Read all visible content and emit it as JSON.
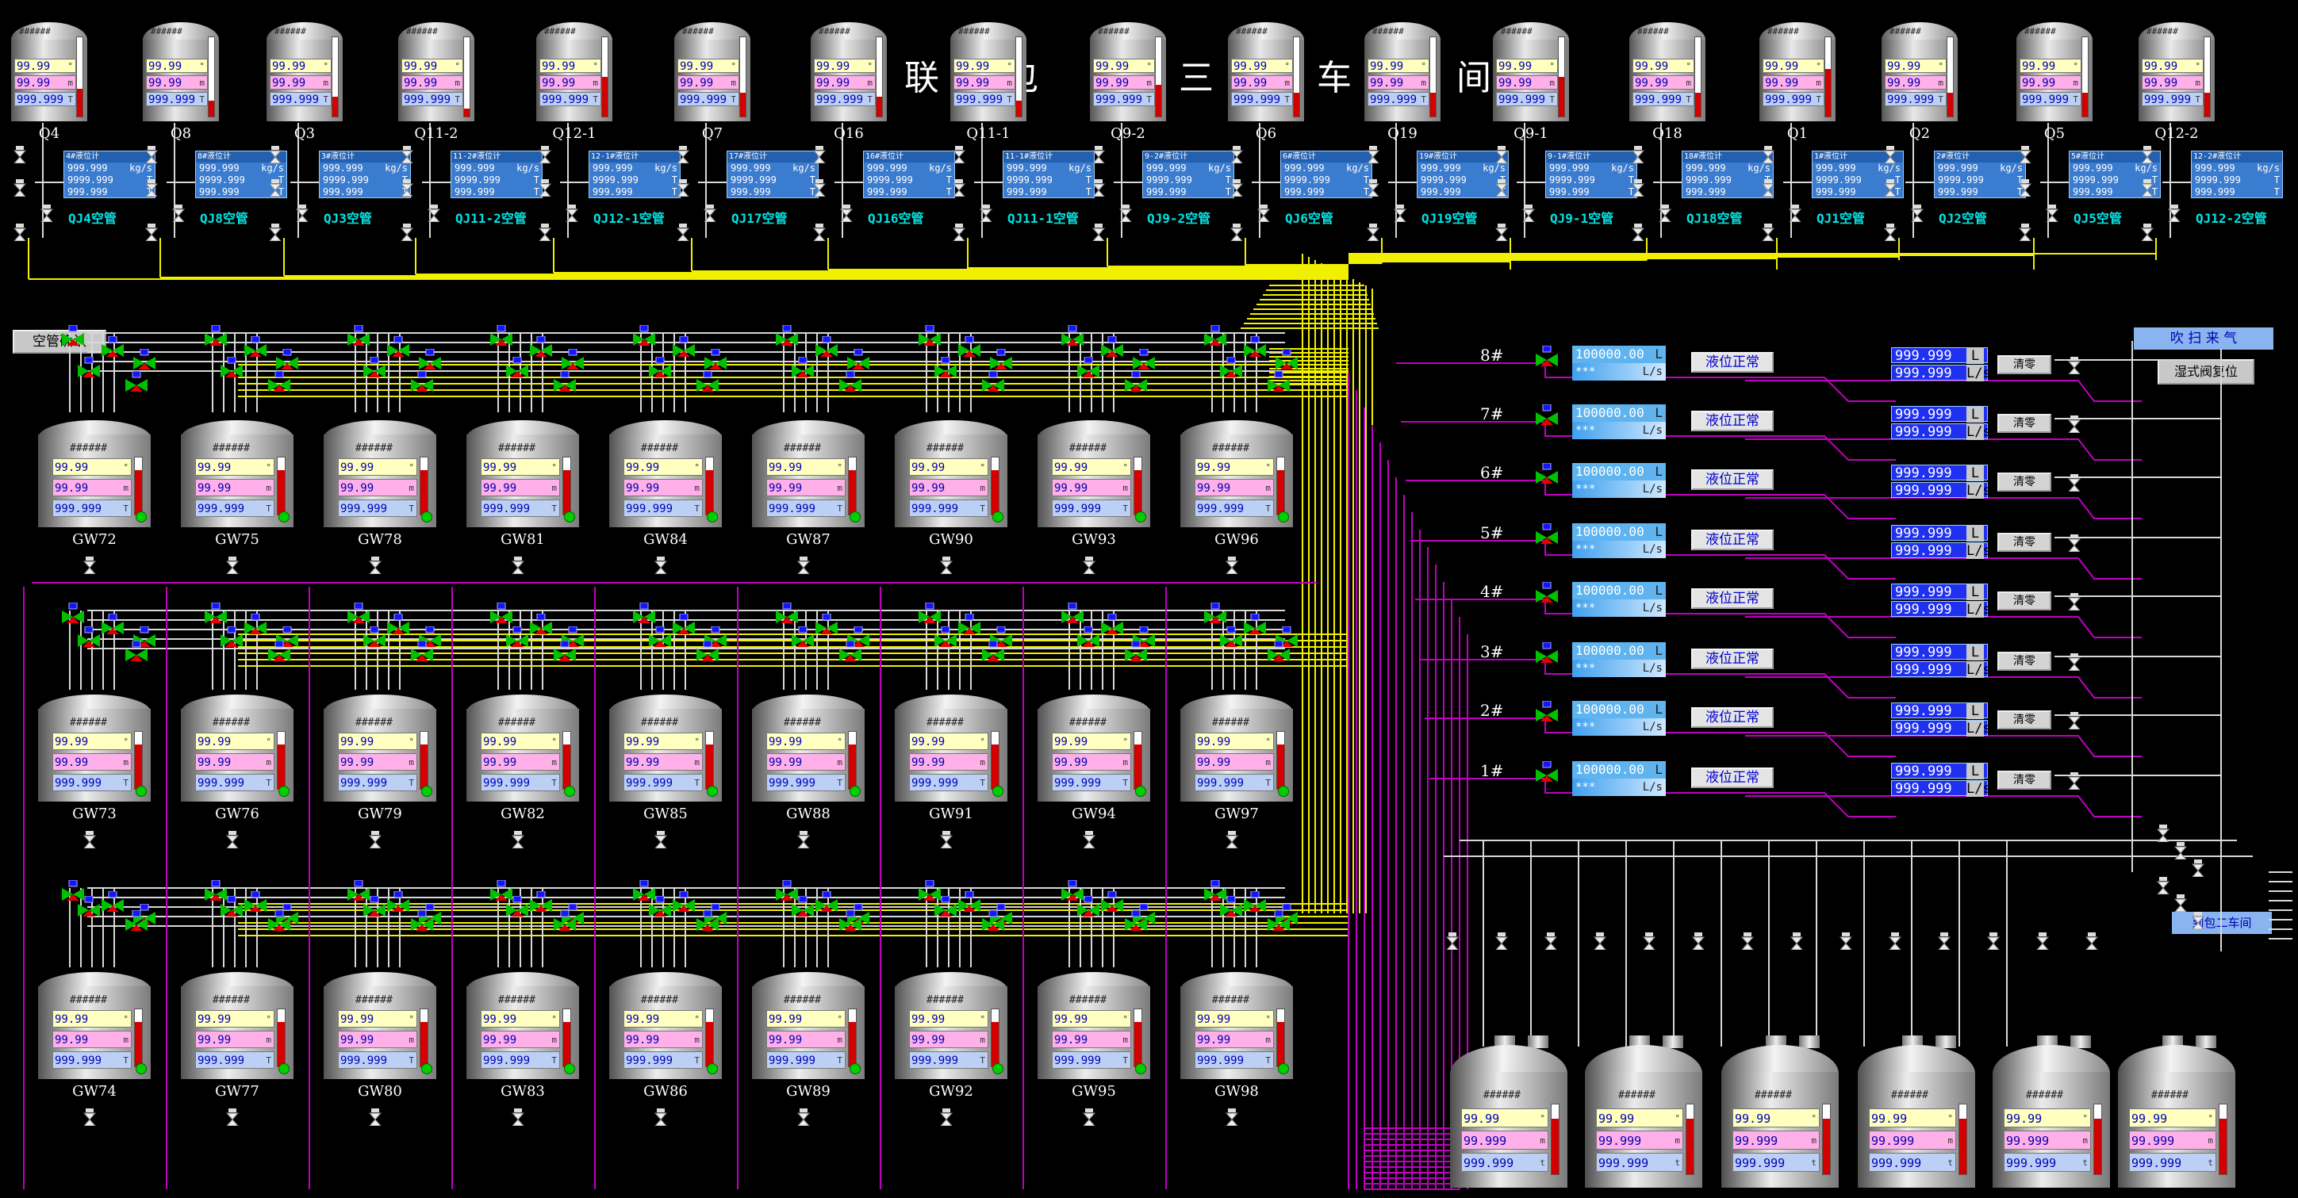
{
  "title_chars": [
    "联",
    "包",
    "三",
    "车",
    "间"
  ],
  "silo_readout": {
    "header": "######",
    "level": "99.99",
    "height": "99.99",
    "weight": "999.999",
    "unit_level": "°",
    "unit_height": "m",
    "unit_weight": "T"
  },
  "silos": [
    {
      "label": "Q4",
      "level_pct": 0.35
    },
    {
      "label": "Q8",
      "level_pct": 0.2
    },
    {
      "label": "Q3",
      "level_pct": 0.25
    },
    {
      "label": "Q11-2",
      "level_pct": 0.1
    },
    {
      "label": "Q12-1",
      "level_pct": 0.5
    },
    {
      "label": "Q7",
      "level_pct": 0.3
    },
    {
      "label": "Q16",
      "level_pct": 0.25
    },
    {
      "label": "Q11-1",
      "level_pct": 0.2
    },
    {
      "label": "Q9-2",
      "level_pct": 0.4
    },
    {
      "label": "Q6",
      "level_pct": 0.3
    },
    {
      "label": "Q19",
      "level_pct": 0.3
    },
    {
      "label": "Q9-1",
      "level_pct": 0.5
    },
    {
      "label": "Q18",
      "level_pct": 0.3
    },
    {
      "label": "Q1",
      "level_pct": 0.6
    },
    {
      "label": "Q2",
      "level_pct": 0.3
    },
    {
      "label": "Q5",
      "level_pct": 0.3
    },
    {
      "label": "Q12-2",
      "level_pct": 0.3
    }
  ],
  "meter_readout": {
    "flow": "999.999",
    "flow_unit": "kg/s",
    "total1": "9999.999",
    "total2": "999.999",
    "total_unit": "T"
  },
  "meters": [
    {
      "header": "4#液位计",
      "tag": "QJ4空管"
    },
    {
      "header": "8#液位计",
      "tag": "QJ8空管"
    },
    {
      "header": "3#液位计",
      "tag": "QJ3空管"
    },
    {
      "header": "11-2#液位计",
      "tag": "QJ11-2空管"
    },
    {
      "header": "12-1#液位计",
      "tag": "QJ12-1空管"
    },
    {
      "header": "17#液位计",
      "tag": "QJ17空管"
    },
    {
      "header": "16#液位计",
      "tag": "QJ16空管"
    },
    {
      "header": "11-1#液位计",
      "tag": "QJ11-1空管"
    },
    {
      "header": "9-2#液位计",
      "tag": "QJ9-2空管"
    },
    {
      "header": "6#液位计",
      "tag": "QJ6空管"
    },
    {
      "header": "19#液位计",
      "tag": "QJ19空管"
    },
    {
      "header": "9-1#液位计",
      "tag": "QJ9-1空管"
    },
    {
      "header": "18#液位计",
      "tag": "QJ18空管"
    },
    {
      "header": "1#液位计",
      "tag": "QJ1空管"
    },
    {
      "header": "2#液位计",
      "tag": "QJ2空管"
    },
    {
      "header": "5#液位计",
      "tag": "QJ5空管"
    },
    {
      "header": "12-2#液位计",
      "tag": "QJ12-2空管"
    }
  ],
  "empty_confirm_button": "空管确认",
  "tank_readout": {
    "header": "######",
    "level": "99.99",
    "height": "99.99",
    "weight": "999.999",
    "unit_level": "°",
    "unit_height": "m",
    "unit_weight": "T"
  },
  "tank_rows": [
    [
      "GW72",
      "GW75",
      "GW78",
      "GW81",
      "GW84",
      "GW87",
      "GW90",
      "GW93",
      "GW96"
    ],
    [
      "GW73",
      "GW76",
      "GW79",
      "GW82",
      "GW85",
      "GW88",
      "GW91",
      "GW94",
      "GW97"
    ],
    [
      "GW74",
      "GW77",
      "GW80",
      "GW83",
      "GW86",
      "GW89",
      "GW92",
      "GW95",
      "GW98"
    ]
  ],
  "line_rows": [
    {
      "num": "8#",
      "flow": "100000.00",
      "flow_unit": "L",
      "rate": "***",
      "rate_unit": "L/s",
      "status": "液位正常",
      "total": "999.999",
      "total_unit": "L",
      "total_rate": "999.999",
      "total_rate_unit": "L/s",
      "reset": "清零"
    },
    {
      "num": "7#",
      "flow": "100000.00",
      "flow_unit": "L",
      "rate": "***",
      "rate_unit": "L/s",
      "status": "液位正常",
      "total": "999.999",
      "total_unit": "L",
      "total_rate": "999.999",
      "total_rate_unit": "L/s",
      "reset": "清零"
    },
    {
      "num": "6#",
      "flow": "100000.00",
      "flow_unit": "L",
      "rate": "***",
      "rate_unit": "L/s",
      "status": "液位正常",
      "total": "999.999",
      "total_unit": "L",
      "total_rate": "999.999",
      "total_rate_unit": "L/s",
      "reset": "清零"
    },
    {
      "num": "5#",
      "flow": "100000.00",
      "flow_unit": "L",
      "rate": "***",
      "rate_unit": "L/s",
      "status": "液位正常",
      "total": "999.999",
      "total_unit": "L",
      "total_rate": "999.999",
      "total_rate_unit": "L/s",
      "reset": "清零"
    },
    {
      "num": "4#",
      "flow": "100000.00",
      "flow_unit": "L",
      "rate": "***",
      "rate_unit": "L/s",
      "status": "液位正常",
      "total": "999.999",
      "total_unit": "L",
      "total_rate": "999.999",
      "total_rate_unit": "L/s",
      "reset": "清零"
    },
    {
      "num": "3#",
      "flow": "100000.00",
      "flow_unit": "L",
      "rate": "***",
      "rate_unit": "L/s",
      "status": "液位正常",
      "total": "999.999",
      "total_unit": "L",
      "total_rate": "999.999",
      "total_rate_unit": "L/s",
      "reset": "清零"
    },
    {
      "num": "2#",
      "flow": "100000.00",
      "flow_unit": "L",
      "rate": "***",
      "rate_unit": "L/s",
      "status": "液位正常",
      "total": "999.999",
      "total_unit": "L",
      "total_rate": "999.999",
      "total_rate_unit": "L/s",
      "reset": "清零"
    },
    {
      "num": "1#",
      "flow": "100000.00",
      "flow_unit": "L",
      "rate": "***",
      "rate_unit": "L/s",
      "status": "液位正常",
      "total": "999.999",
      "total_unit": "L",
      "total_rate": "999.999",
      "total_rate_unit": "L/s",
      "reset": "清零"
    }
  ],
  "blow_air_label": "吹 扫 来 气",
  "wet_seal_button": "湿式阀复位",
  "to_workshop2_label": "到包二车间",
  "storage_readout": {
    "header": "######",
    "level": "99.99",
    "height": "99.999",
    "weight": "999.999",
    "unit_level": "°",
    "unit_height": "m",
    "unit_weight": "t"
  },
  "storage_tanks_count": 6,
  "colors": {
    "background": "#000000",
    "yellow_pipe": "#f0f000",
    "magenta_pipe": "#c000c0",
    "white_pipe": "#d8d8d8",
    "valve_green": "#00c000",
    "valve_red": "#e00000",
    "indicator_green": "#00d000"
  }
}
